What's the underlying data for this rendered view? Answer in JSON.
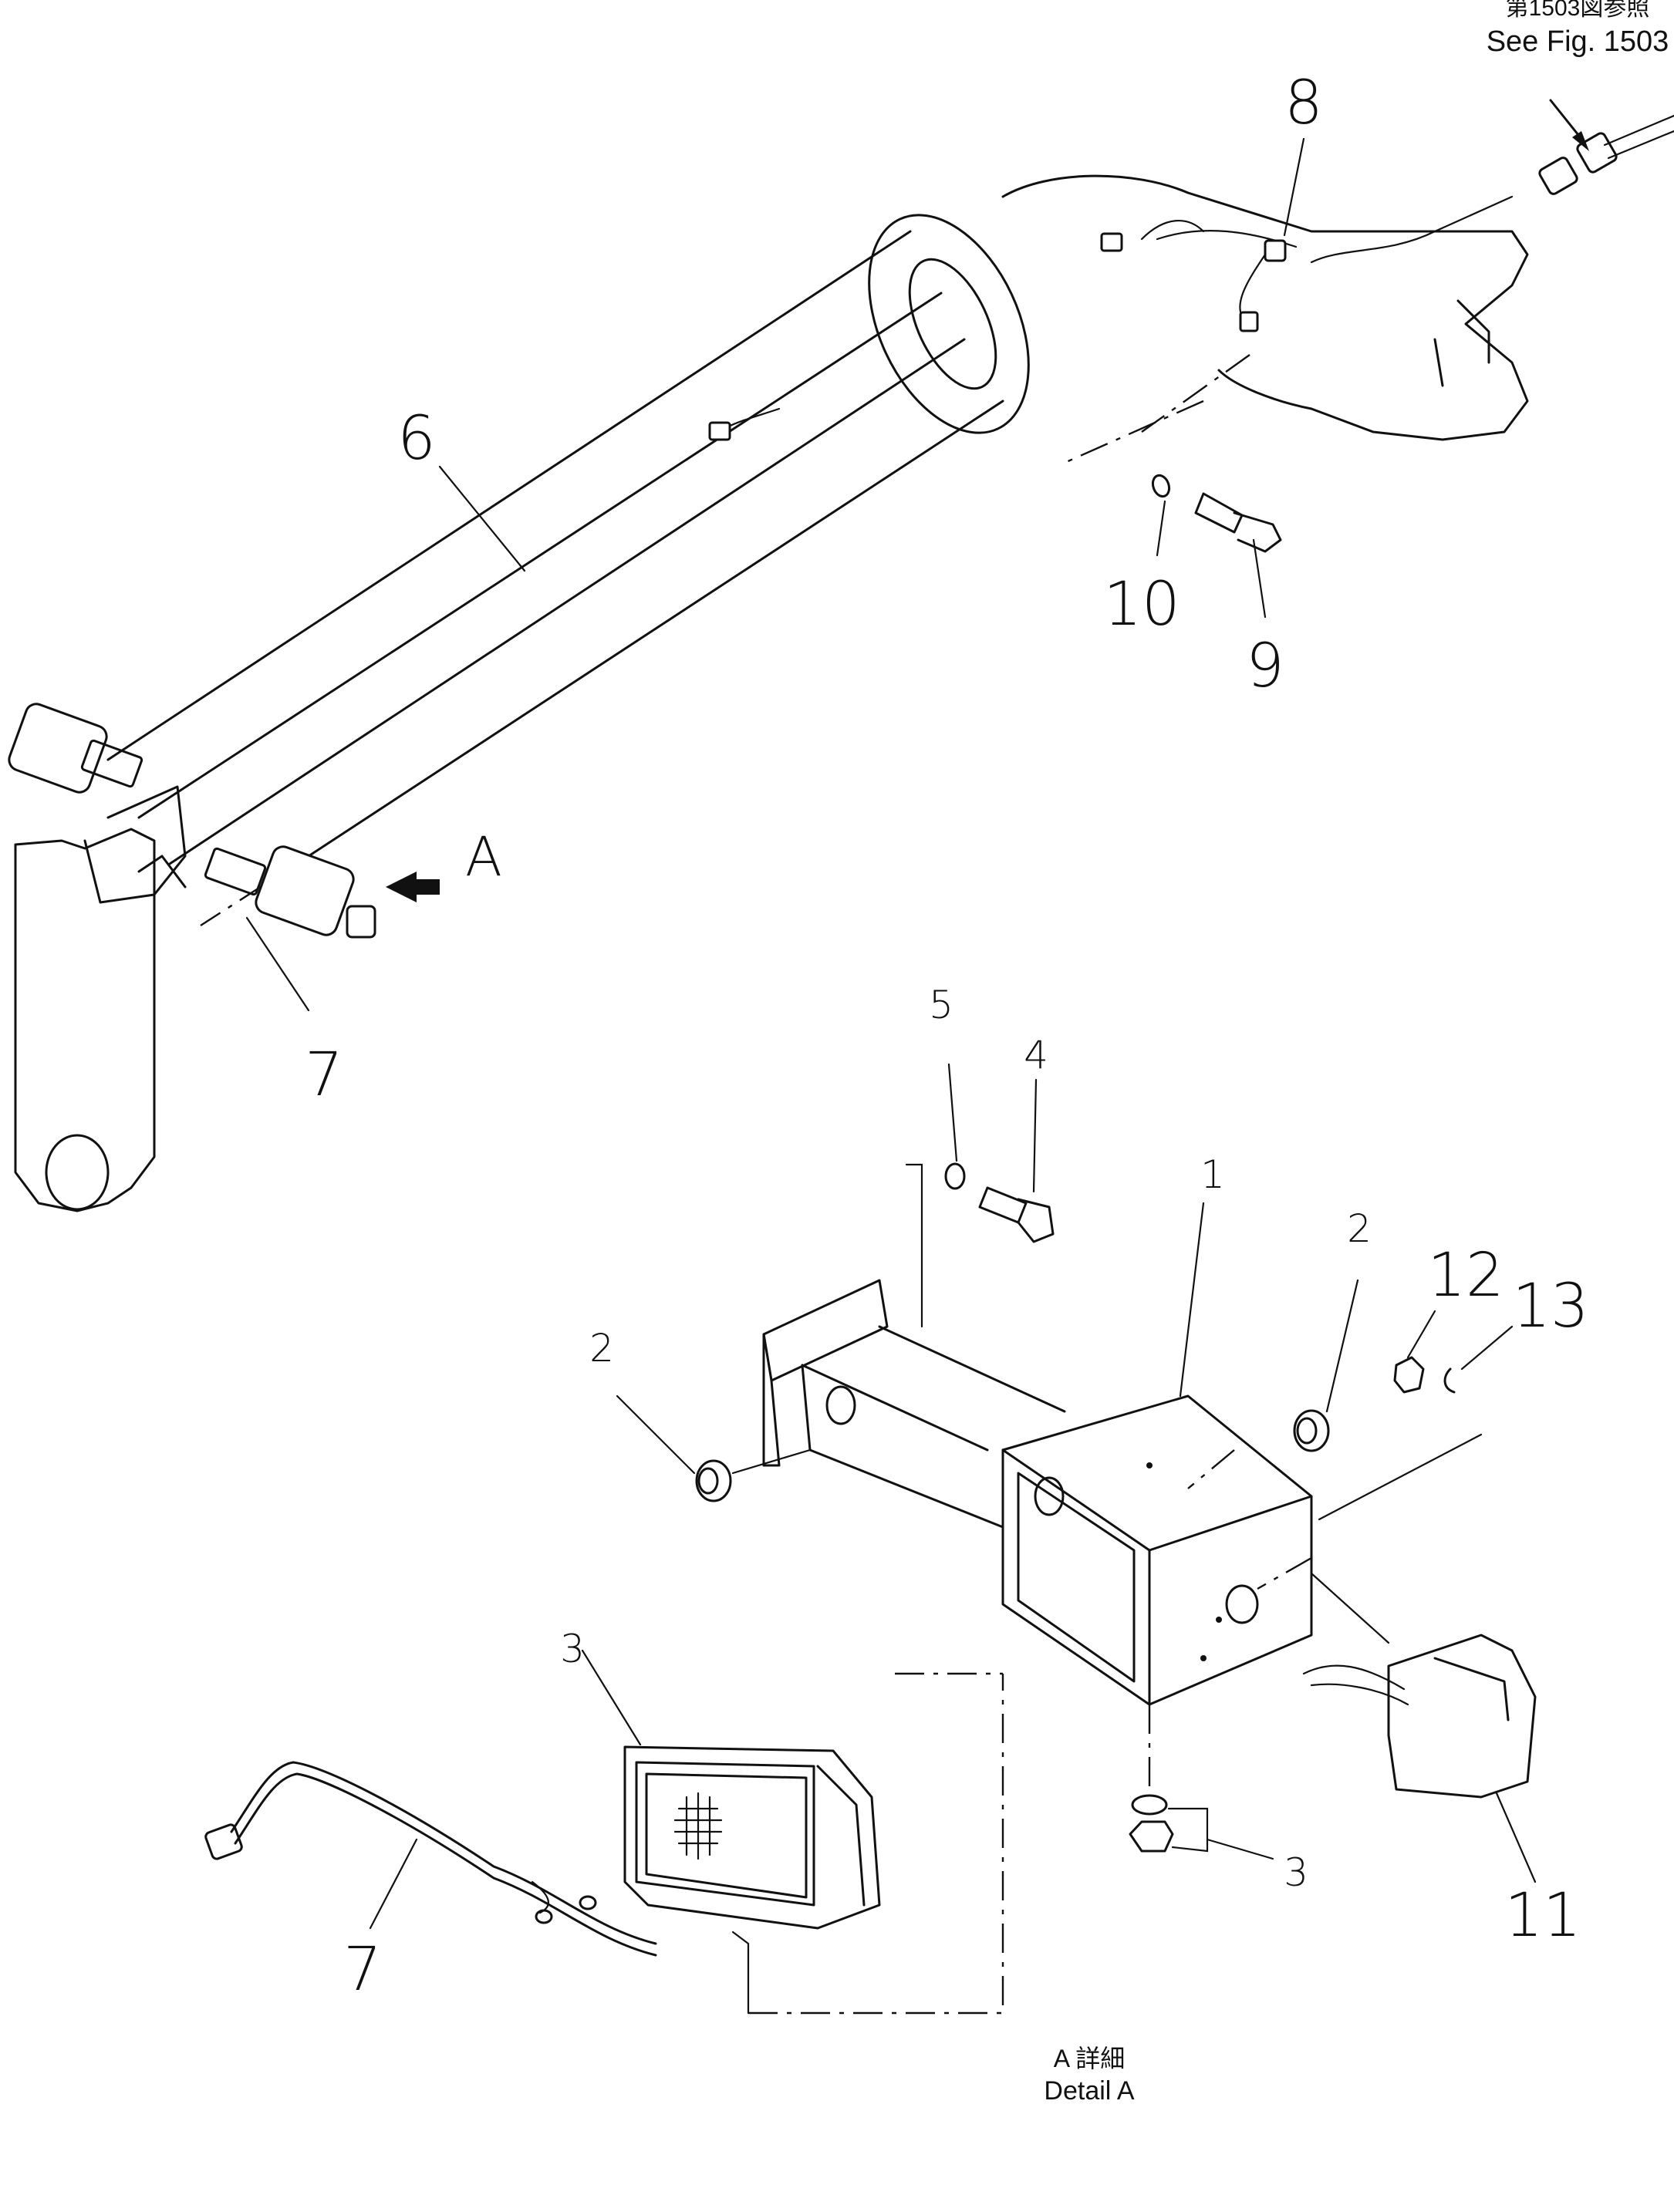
{
  "header_note": {
    "line1": "第1503図参照",
    "line2": "See Fig. 1503"
  },
  "callouts": {
    "c8": "8",
    "c6": "6",
    "c10": "10",
    "c9": "9",
    "cA": "A",
    "c7_top": "7",
    "c5": "5",
    "c4": "4",
    "c1": "1",
    "c2_right": "2",
    "c12": "12",
    "c13": "13",
    "c2_left": "2",
    "c3_top": "3",
    "c3_right": "3",
    "c11": "11",
    "c7_bottom": "7"
  },
  "caption": {
    "line1": "A 詳細",
    "line2": "Detail A"
  }
}
